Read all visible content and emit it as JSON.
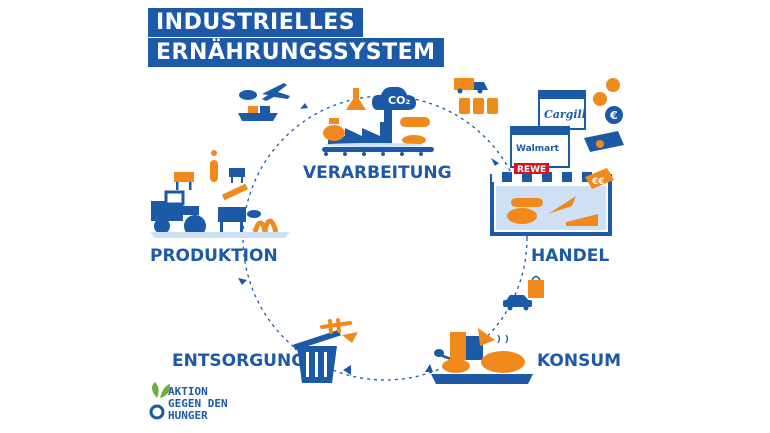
{
  "title": {
    "line1": "INDUSTRIELLES",
    "line2": "ERNÄHRUNGSSYSTEM"
  },
  "stages": {
    "verarbeitung": "VERARBEITUNG",
    "handel": "HANDEL",
    "konsum": "KONSUM",
    "entsorgung": "ENTSORGUNG",
    "produktion": "PRODUKTION"
  },
  "labels": {
    "co2": "CO₂",
    "cargill": "Cargill",
    "walmart": "Walmart",
    "rewe": "REWE",
    "euro": "€",
    "euro_tag": "€€"
  },
  "logo": {
    "line1": "AKTION",
    "line2": "GEGEN DEN",
    "line3": "HUNGER"
  },
  "colors": {
    "blue": "#1c5aa8",
    "orange": "#f08a1c",
    "light_blue": "#cfe1f5",
    "green": "#6fae3c"
  },
  "icons": [
    "airplane-icon",
    "cargo-ship-icon",
    "truck-icon",
    "grain-cans-icon",
    "factory-icon",
    "cow-icon",
    "flask-icon",
    "cloud-icon",
    "conveyor-icon",
    "sausage-icon",
    "tractor-icon",
    "syringe-icon",
    "test-tube-icon",
    "wheat-icon",
    "store-icon",
    "bread-icon",
    "cheese-icon",
    "carrot-icon",
    "car-icon",
    "shopping-bag-icon",
    "plate-icon",
    "roast-chicken-icon",
    "can-icon",
    "cheese-wedge-icon",
    "spoon-icon",
    "trash-bin-icon",
    "fish-bone-icon",
    "euro-coin-icon",
    "card-icon",
    "leaf-logo-icon"
  ]
}
